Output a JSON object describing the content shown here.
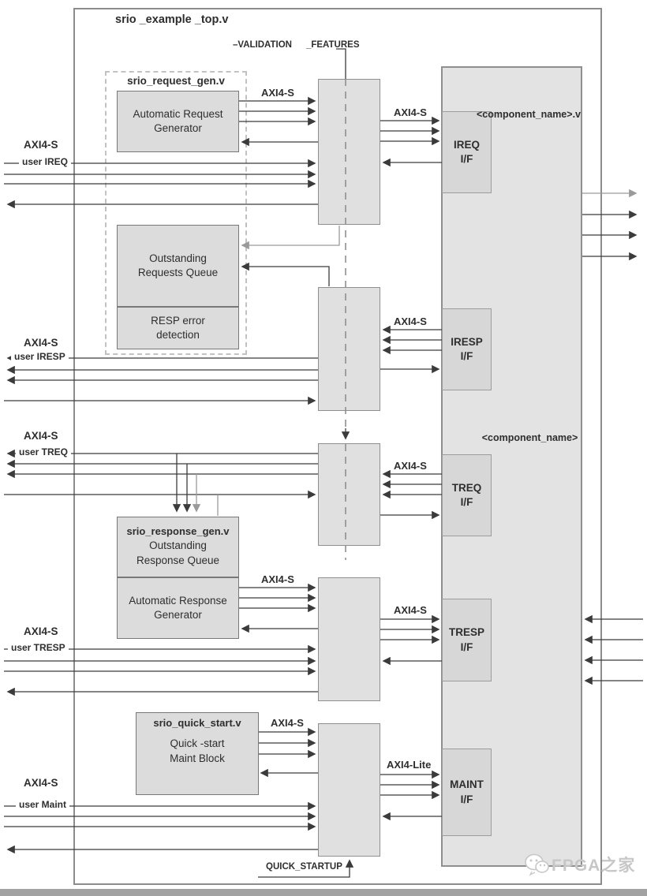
{
  "title": "srio _example _top.v",
  "validation_label": {
    "part1": "–VALIDATION",
    "part2": "_FEATURES"
  },
  "quick_startup_label": "QUICK_STARTUP",
  "component": {
    "module_name": "<component_name>.v",
    "instance_name": "<component_name>",
    "interfaces": {
      "ireq": "IREQ\nI/F",
      "iresp": "IRESP\nI/F",
      "treq": "TREQ\nI/F",
      "tresp": "TRESP\nI/F",
      "maint": "MAINT\nI/F"
    }
  },
  "blocks": {
    "request_gen": {
      "title": "srio_request_gen.v",
      "generator": "Automatic Request\nGenerator",
      "queue": "Outstanding\nRequests Queue",
      "resp_error": "RESP error\ndetection"
    },
    "response_gen": {
      "title": "srio_response_gen.v",
      "queue": "Outstanding\nResponse Queue",
      "generator": "Automatic Response\nGenerator"
    },
    "quick_start": {
      "title": "srio_quick_start.v",
      "body": "Quick  -start\nMaint Block"
    }
  },
  "ports": {
    "ireq": {
      "bus": "AXI4-S",
      "name": "user IREQ"
    },
    "iresp": {
      "bus": "AXI4-S",
      "name": "user IRESP"
    },
    "treq": {
      "bus": "AXI4-S",
      "name": "user TREQ"
    },
    "tresp": {
      "bus": "AXI4-S",
      "name": "user TRESP"
    },
    "maint": {
      "bus": "AXI4-S",
      "name": "user Maint"
    }
  },
  "bus_labels": {
    "req_gen_to_mux": "AXI4-S",
    "mux_to_ireq": "AXI4-S",
    "iresp_to_mux": "AXI4-S",
    "treq_to_mux": "AXI4-S",
    "resp_gen_to_mux": "AXI4-S",
    "mux_to_tresp": "AXI4-S",
    "quick_to_mux": "AXI4-S",
    "mux_to_maint": "AXI4-Lite"
  },
  "watermark": "FPGA之家",
  "colors": {
    "line": "#3b3b3b",
    "line_gray": "#9a9a9a",
    "box_fill": "#e3e3e3",
    "if_fill": "#d7d7d7",
    "inner_fill": "#dcdcdc",
    "border": "#8f8f8f"
  }
}
